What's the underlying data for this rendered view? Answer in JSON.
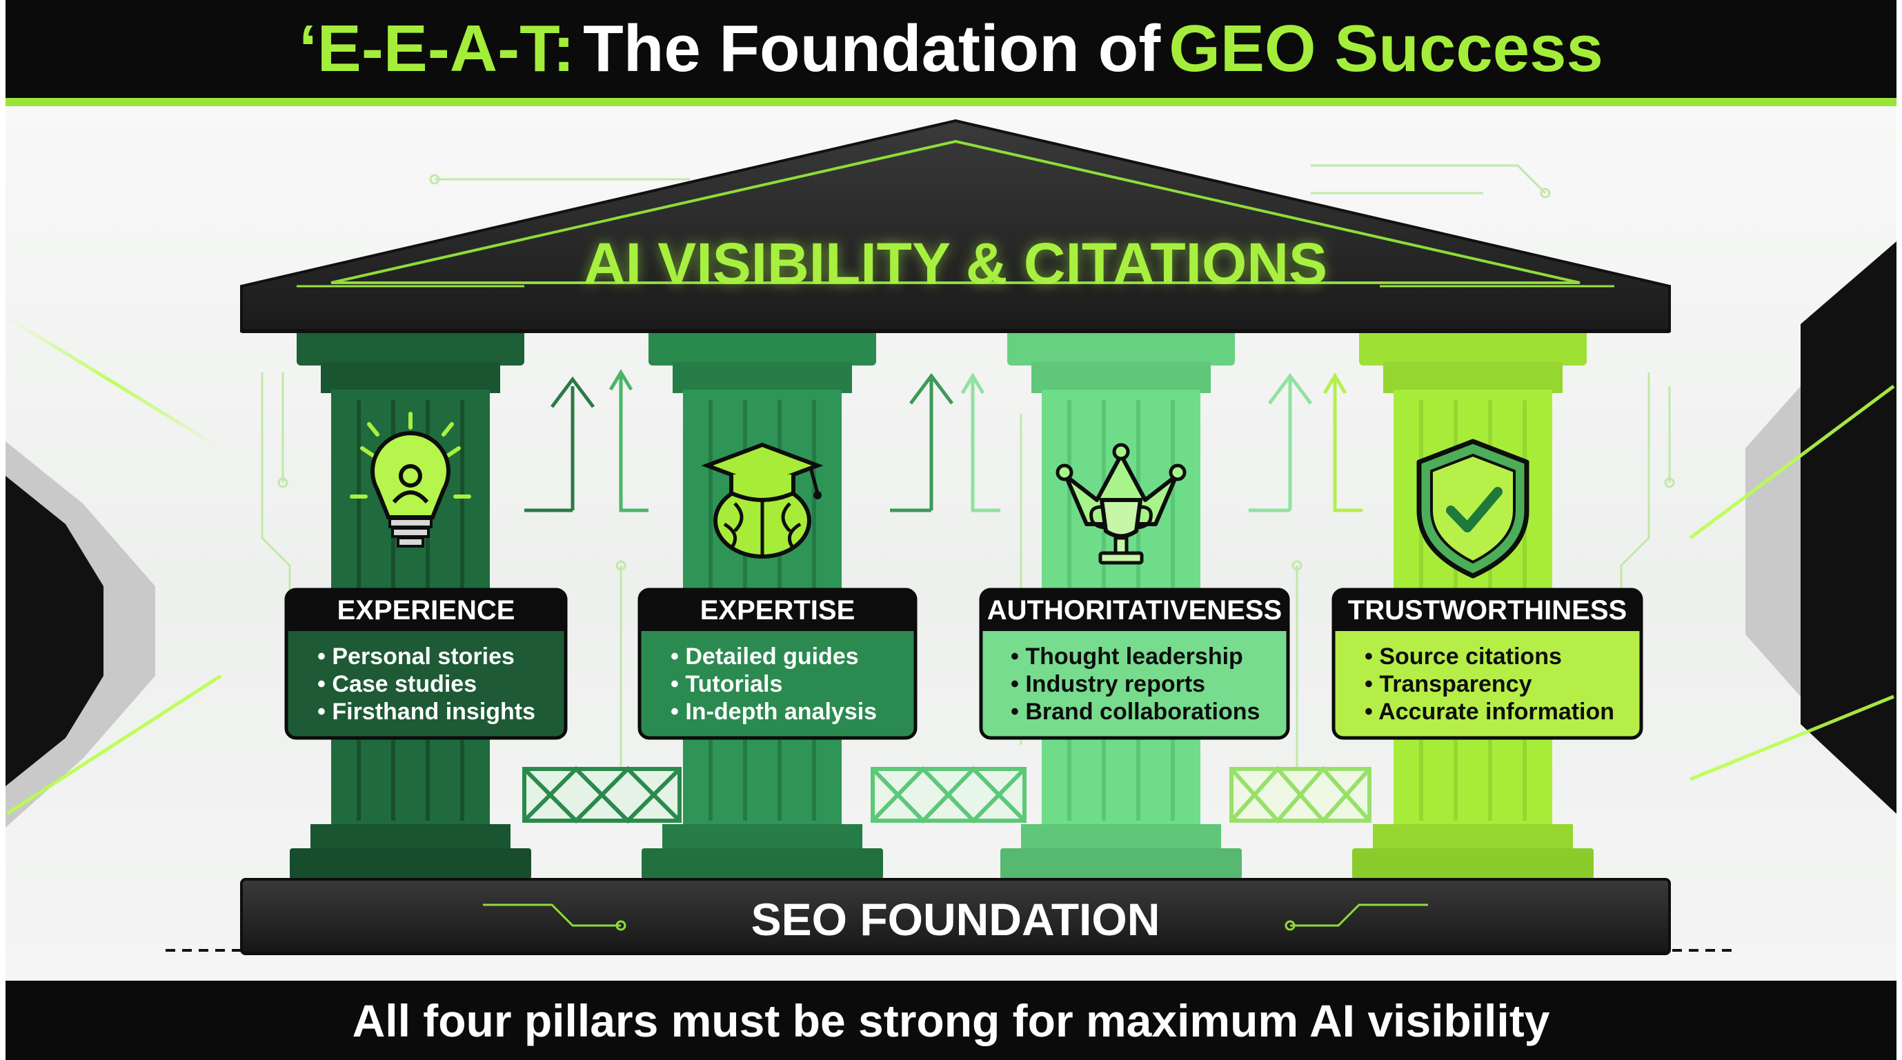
{
  "header": {
    "title_prefix": "‘E-E-A-T:",
    "title_middle": "The Foundation of",
    "title_suffix": "GEO Success"
  },
  "roof": {
    "label": "AI VISIBILITY & CITATIONS"
  },
  "pillars": [
    {
      "title": "EXPERIENCE",
      "icon": "lightbulb-person-icon",
      "color": "#1f6b3e",
      "items": [
        "Personal stories",
        "Case studies",
        "Firsthand insights"
      ]
    },
    {
      "title": "EXPERTISE",
      "icon": "graduation-cap-brain-icon",
      "color": "#2e9556",
      "items": [
        "Detailed guides",
        "Tutorials",
        "In-depth analysis"
      ]
    },
    {
      "title": "AUTHORITATIVENESS",
      "icon": "crown-trophy-icon",
      "color": "#6fdc8a",
      "items": [
        "Thought leadership",
        "Industry reports",
        "Brand collaborations"
      ]
    },
    {
      "title": "TRUSTWORTHINESS",
      "icon": "shield-check-icon",
      "color": "#a8ec3a",
      "items": [
        "Source citations",
        "Transparency",
        "Accurate information"
      ]
    }
  ],
  "base": {
    "label": "SEO FOUNDATION"
  },
  "footer": {
    "text": "All four pillars must be strong for maximum AI visibility"
  },
  "colors": {
    "accent": "#a4ee3b",
    "dark": "#0b0b0b",
    "roof": "#2b2b2b"
  }
}
